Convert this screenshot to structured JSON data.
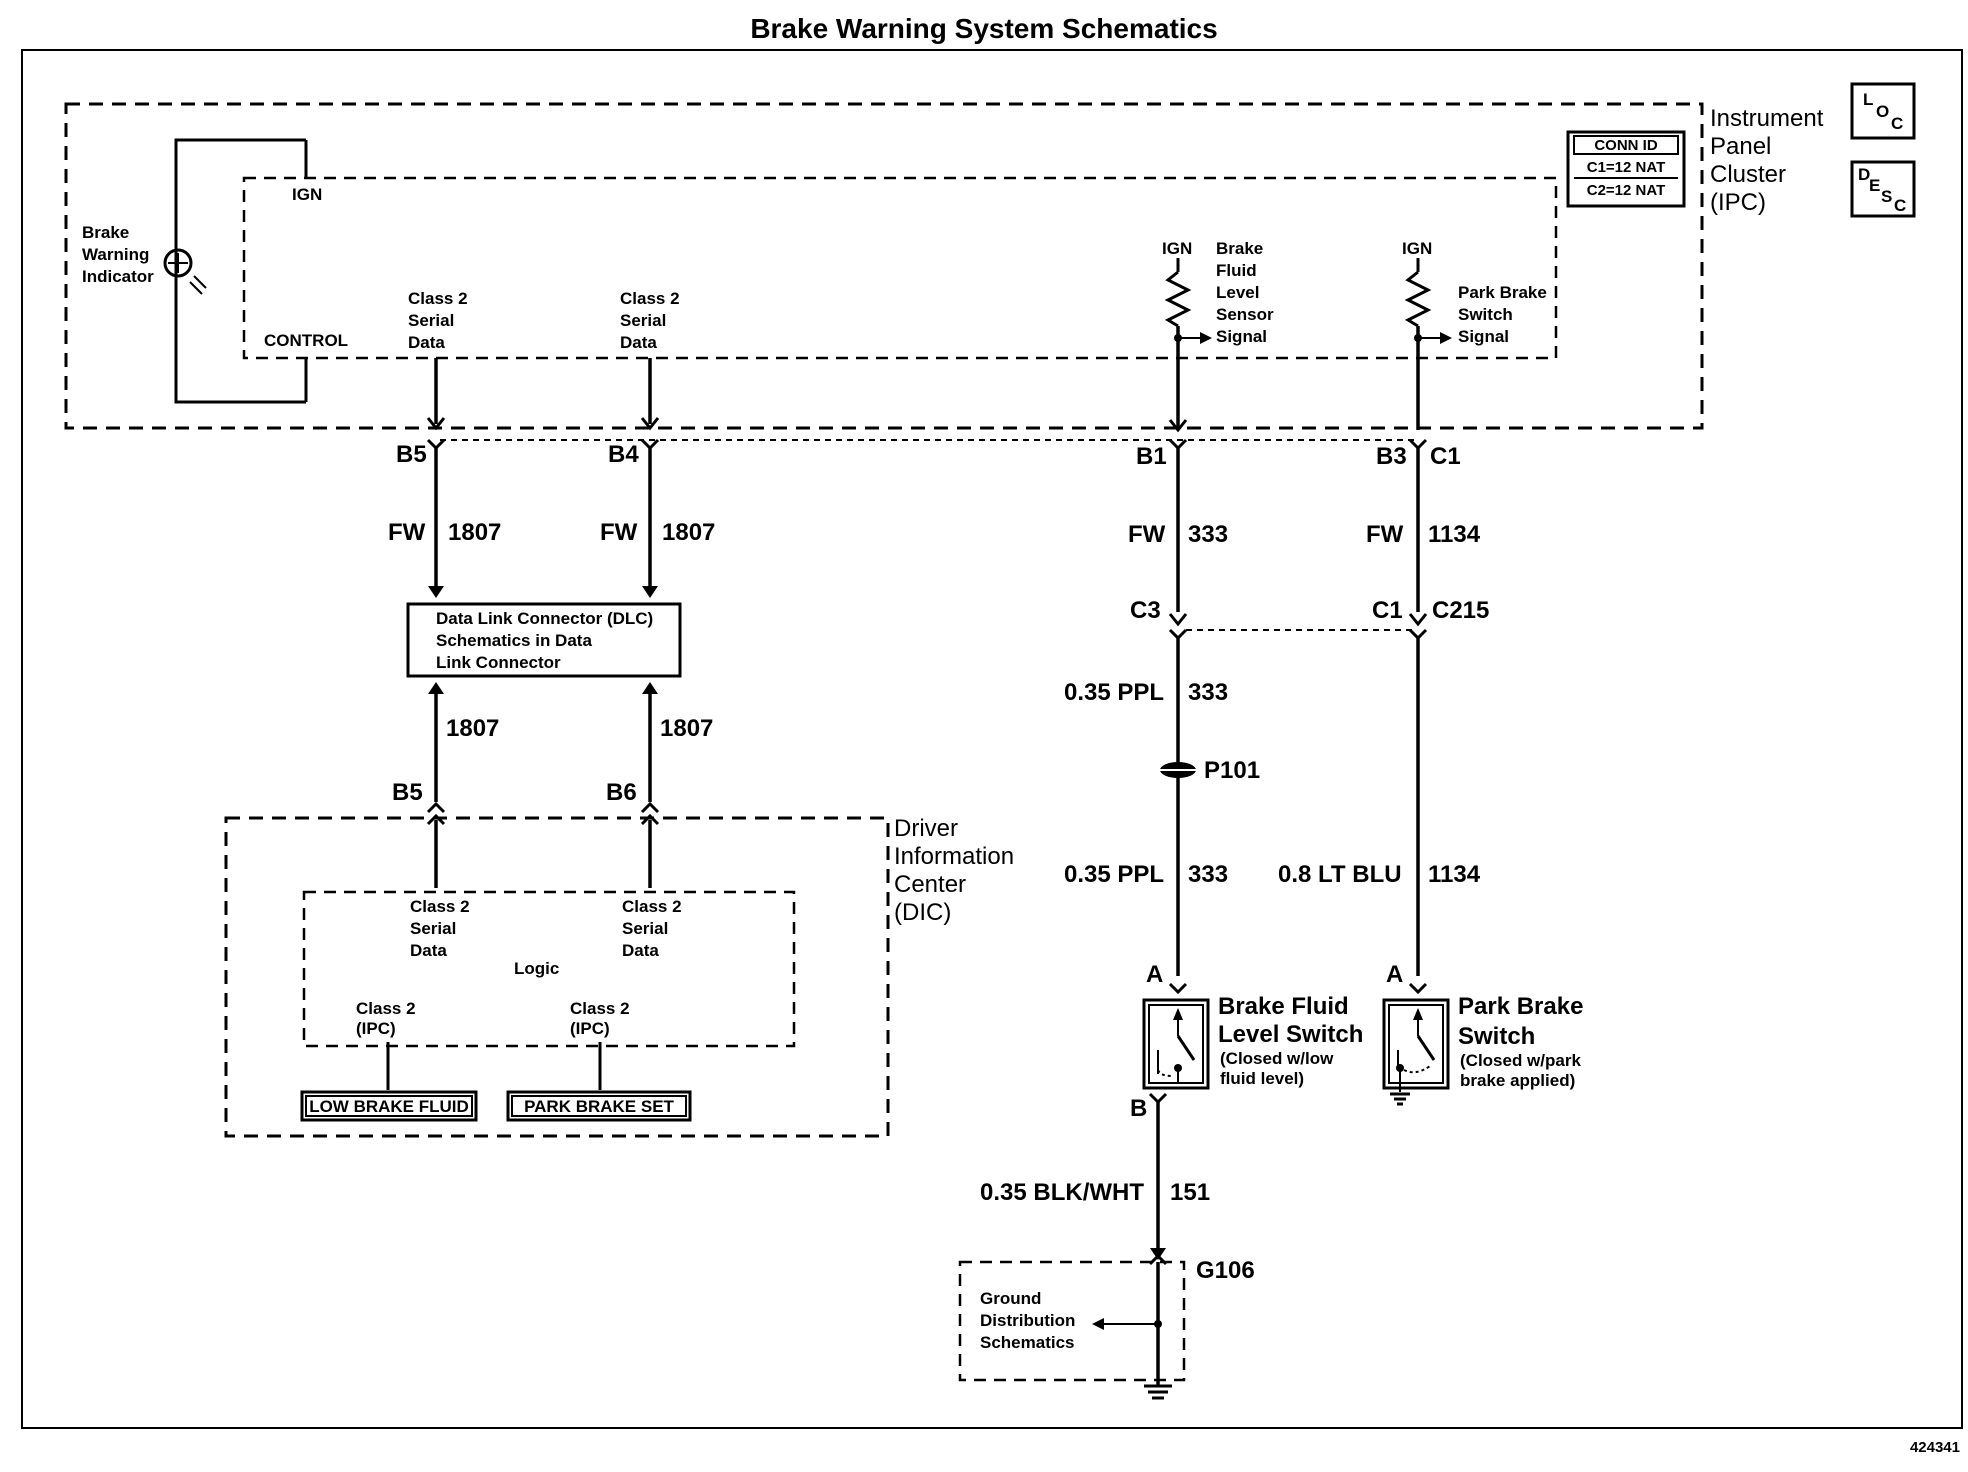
{
  "title": "Brake Warning System Schematics",
  "figure_number": "424341",
  "corner_icons": {
    "loc": [
      "L",
      "O",
      "C"
    ],
    "desc": [
      "D",
      "E",
      "S",
      "C"
    ]
  },
  "ipc": {
    "name_lines": [
      "Instrument",
      "Panel",
      "Cluster",
      "(IPC)"
    ],
    "conn_id": {
      "header": "CONN ID",
      "rows": [
        "C1=12 NAT",
        "C2=12 NAT"
      ]
    },
    "brake_indicator_lines": [
      "Brake",
      "Warning",
      "Indicator"
    ],
    "ign": "IGN",
    "control": "CONTROL",
    "serial_left_lines": [
      "Class 2",
      "Serial",
      "Data"
    ],
    "serial_right_lines": [
      "Class 2",
      "Serial",
      "Data"
    ],
    "fluid_ign": "IGN",
    "fluid_lines": [
      "Brake",
      "Fluid",
      "Level",
      "Sensor",
      "Signal"
    ],
    "park_ign": "IGN",
    "park_lines": [
      "Park Brake",
      "Switch",
      "Signal"
    ]
  },
  "pins": {
    "b5_top": "B5",
    "b4_top": "B4",
    "b1": "B1",
    "b3": "B3",
    "c1_top": "C1",
    "c3": "C3",
    "c1_mid": "C1",
    "c215": "C215",
    "b5_dic": "B5",
    "b6_dic": "B6",
    "fluid_a": "A",
    "fluid_b": "B",
    "park_a": "A"
  },
  "wires": {
    "left_fw": "FW",
    "left_circuit": "1807",
    "mid_fw": "FW",
    "mid_circuit": "1807",
    "dic_left_circuit": "1807",
    "dic_right_circuit": "1807",
    "fluid_fw": "FW",
    "fluid_circuit": "333",
    "park_fw": "FW",
    "park_circuit": "1134",
    "fluid_upper_color": "0.35 PPL",
    "fluid_upper_circuit": "333",
    "fluid_lower_color": "0.35 PPL",
    "fluid_lower_circuit": "333",
    "park_color": "0.8 LT BLU",
    "park_lower_circuit": "1134",
    "ground_color": "0.35 BLK/WHT",
    "ground_circuit": "151"
  },
  "splice": "P101",
  "dlc_lines": [
    "Data Link Connector (DLC)",
    "Schematics in Data",
    "Link Connector"
  ],
  "dic": {
    "name_lines": [
      "Driver",
      "Information",
      "Center",
      "(DIC)"
    ],
    "serial_left_lines": [
      "Class 2",
      "Serial",
      "Data"
    ],
    "serial_right_lines": [
      "Class 2",
      "Serial",
      "Data"
    ],
    "logic": "Logic",
    "class_left_lines": [
      "Class 2",
      "(IPC)"
    ],
    "class_right_lines": [
      "Class 2",
      "(IPC)"
    ],
    "low_brake_fluid": "LOW BRAKE FLUID",
    "park_brake_set": "PARK BRAKE SET"
  },
  "fluid_switch": {
    "name_lines": [
      "Brake Fluid",
      "Level Switch"
    ],
    "note_lines": [
      "(Closed w/low",
      "fluid level)"
    ]
  },
  "park_switch": {
    "name_lines": [
      "Park Brake",
      "Switch"
    ],
    "note_lines": [
      "(Closed w/park",
      "brake applied)"
    ]
  },
  "ground": {
    "id": "G106",
    "lines": [
      "Ground",
      "Distribution",
      "Schematics"
    ]
  }
}
